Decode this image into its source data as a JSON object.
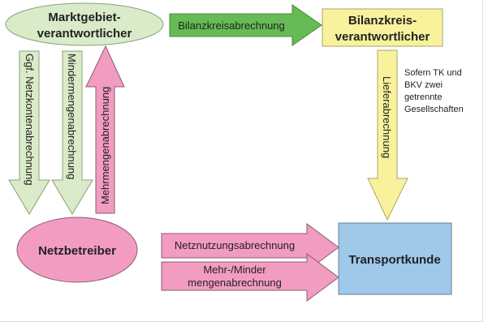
{
  "nodes": {
    "mgv": {
      "line1": "Marktgebiet-",
      "line2": "verantwortlicher",
      "fill": "#d9ebc8",
      "stroke": "#8aa07a"
    },
    "bkv": {
      "line1": "Bilanzkreis-",
      "line2": "verantwortlicher",
      "fill": "#f9f29c",
      "stroke": "#a9a36a"
    },
    "nb": {
      "label": "Netzbetreiber",
      "fill": "#f29cc2",
      "stroke": "#8a5d70"
    },
    "tk": {
      "label": "Transportkunde",
      "fill": "#9fc8eb",
      "stroke": "#6d7f93"
    }
  },
  "arrows": {
    "bilanzkreis": {
      "label": "Bilanzkreisabrechnung",
      "fill": "#66bb55",
      "stroke": "#4a8a3c"
    },
    "netzkonten": {
      "label": "Ggf. Netzkontenabrechnung",
      "fill": "#d9ebc8",
      "stroke": "#8aa07a"
    },
    "mindermengen": {
      "label": "Mindermengenabrechnung",
      "fill": "#d9ebc8",
      "stroke": "#8aa07a"
    },
    "mehrmengen": {
      "label": "Mehrmengenabrechnung",
      "fill": "#f29cc2",
      "stroke": "#8a5d70"
    },
    "liefer": {
      "label": "Lieferabrechnung",
      "fill": "#f9f29c",
      "stroke": "#a9a36a"
    },
    "netznutzung": {
      "label": "Netznutzungsabrechnung",
      "fill": "#f29cc2",
      "stroke": "#8a5d70"
    },
    "mehrminder": {
      "line1": "Mehr-/Minder",
      "line2": "mengenabrechnung",
      "fill": "#f29cc2",
      "stroke": "#8a5d70"
    }
  },
  "note": {
    "lines": [
      "Sofern TK und",
      "BKV zwei",
      "getrennte",
      "Gesellschaften"
    ]
  }
}
